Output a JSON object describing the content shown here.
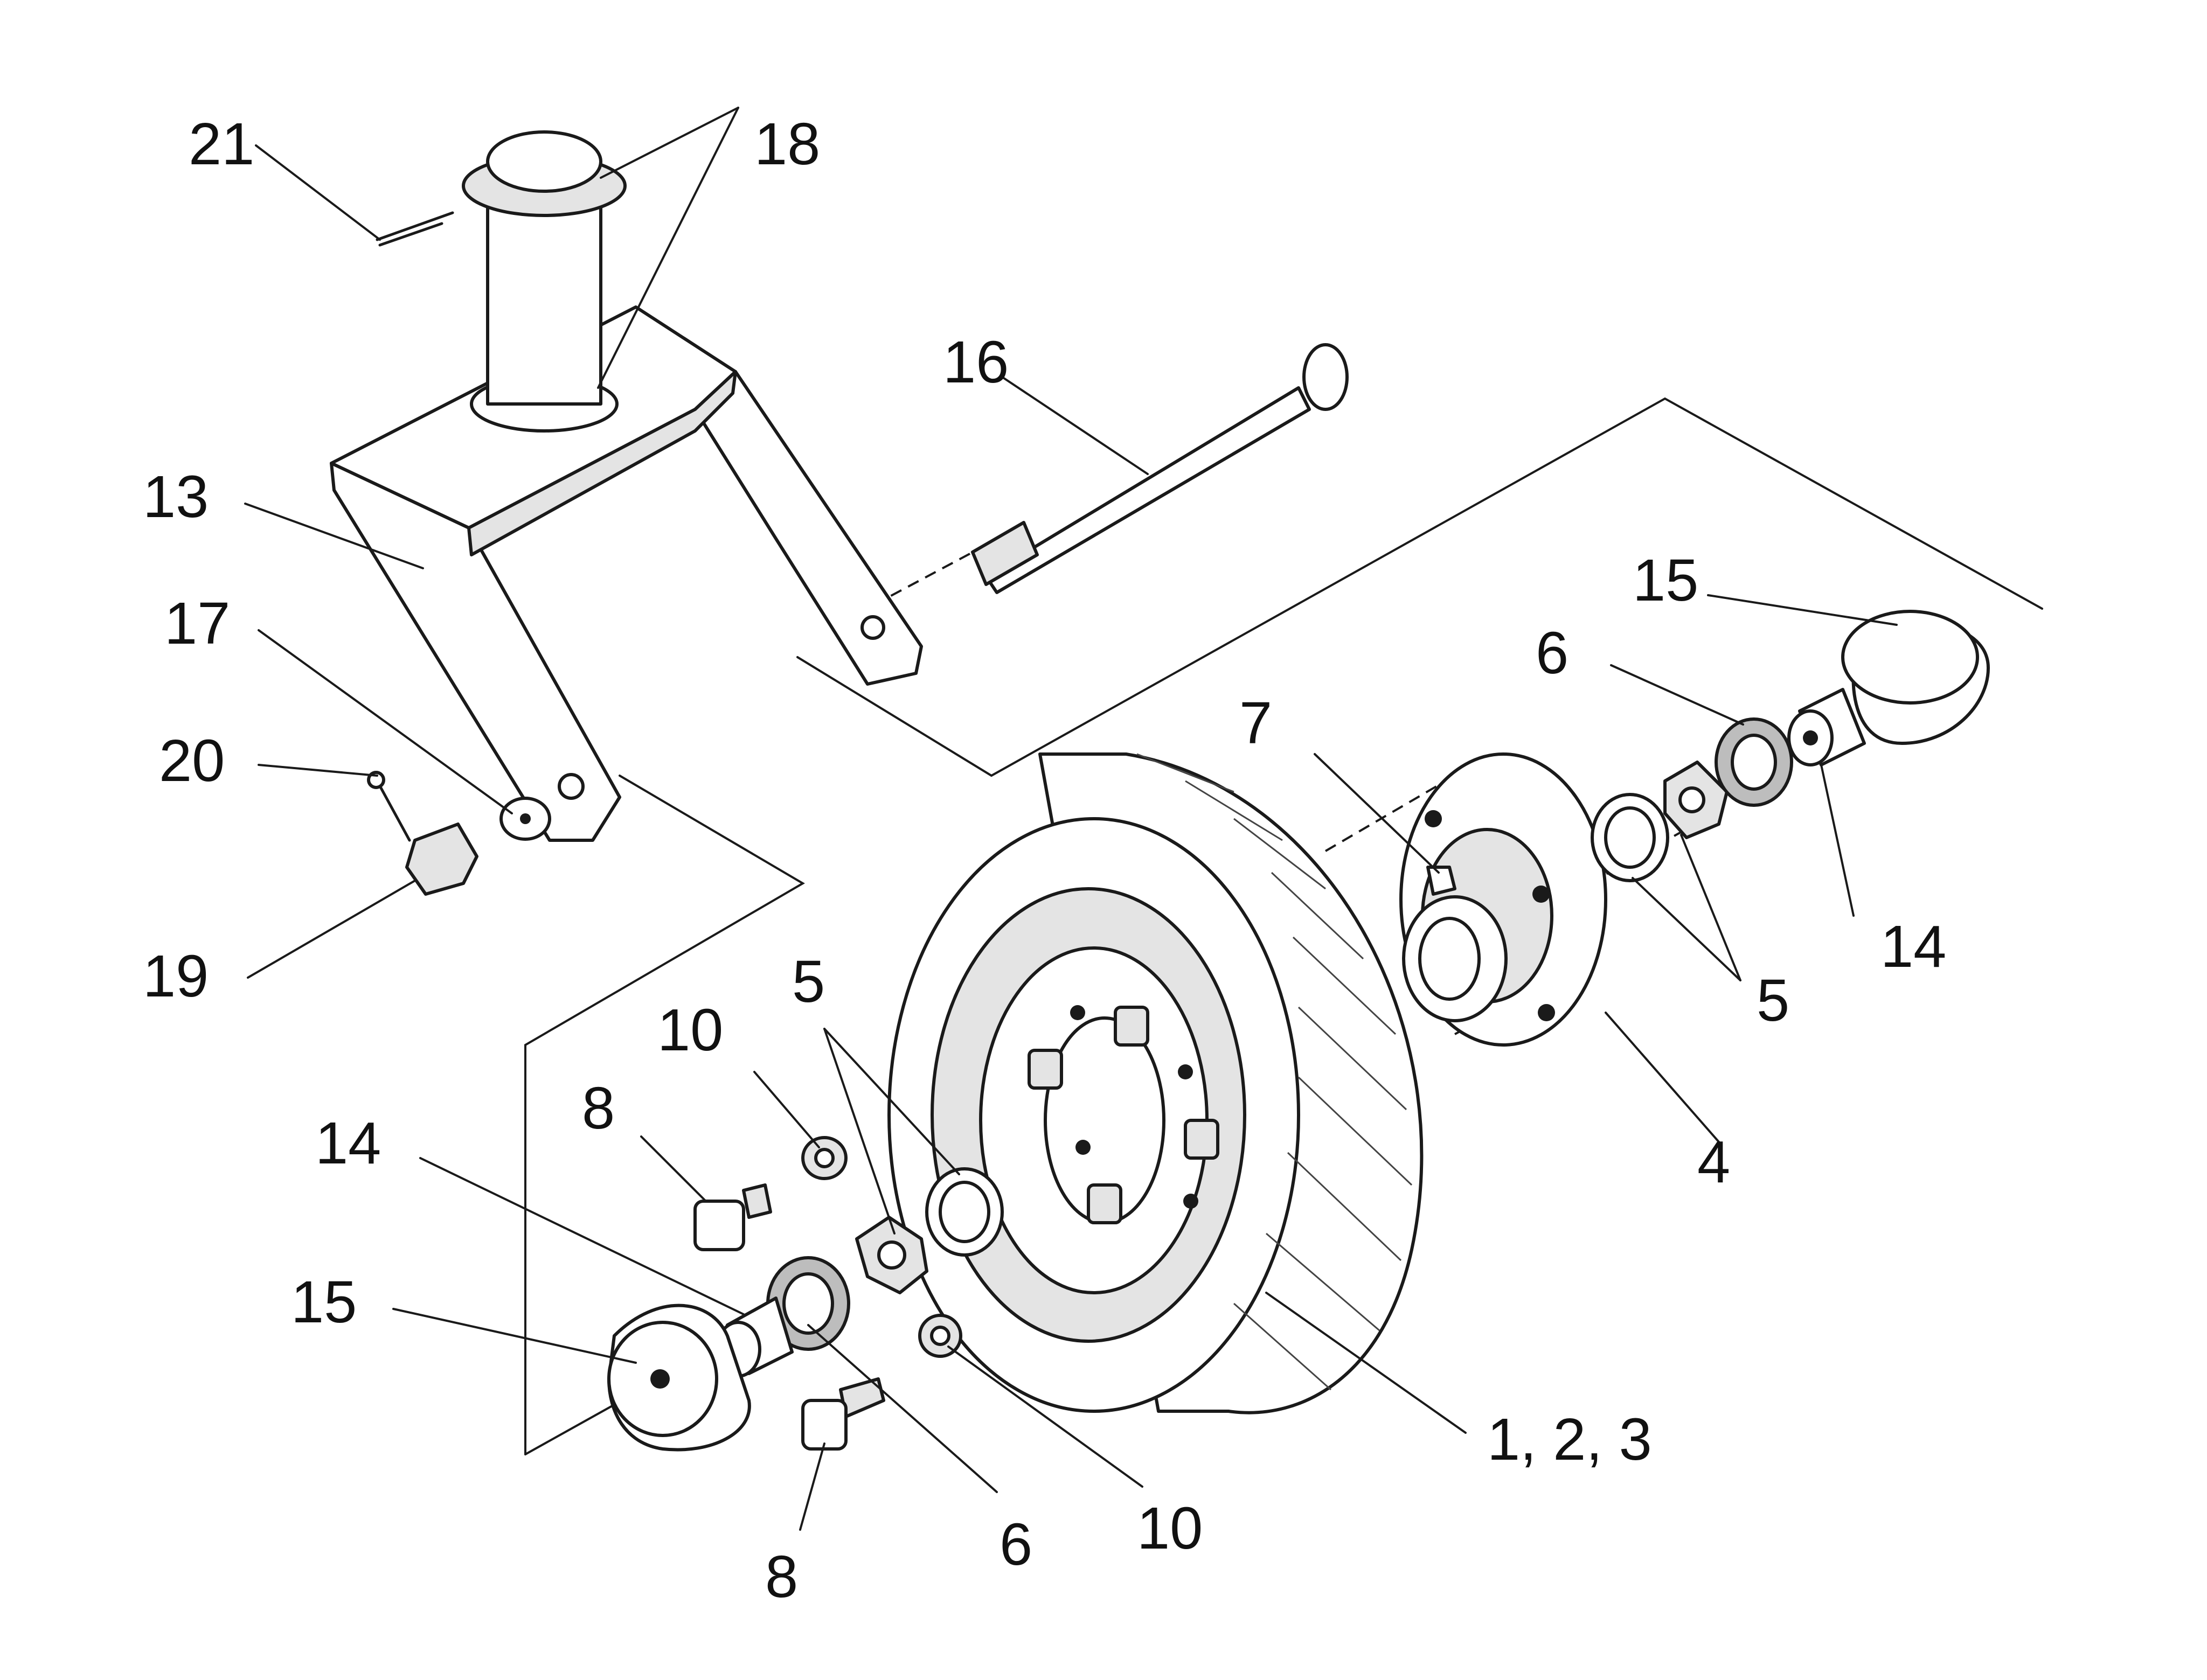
{
  "labels": {
    "p21": "21",
    "p18": "18",
    "p16": "16",
    "p13": "13",
    "p17": "17",
    "p20": "20",
    "p19": "19",
    "p15_right": "15",
    "p6_right": "6",
    "p7": "7",
    "p14_right": "14",
    "p5_right": "5",
    "p4": "4",
    "p5_left": "5",
    "p10_top": "10",
    "p8_top": "8",
    "p14_left": "14",
    "p15_left": "15",
    "p6_bottom": "6",
    "p10_bottom": "10",
    "p8_bottom": "8",
    "p1_2_3": "1, 2, 3"
  }
}
